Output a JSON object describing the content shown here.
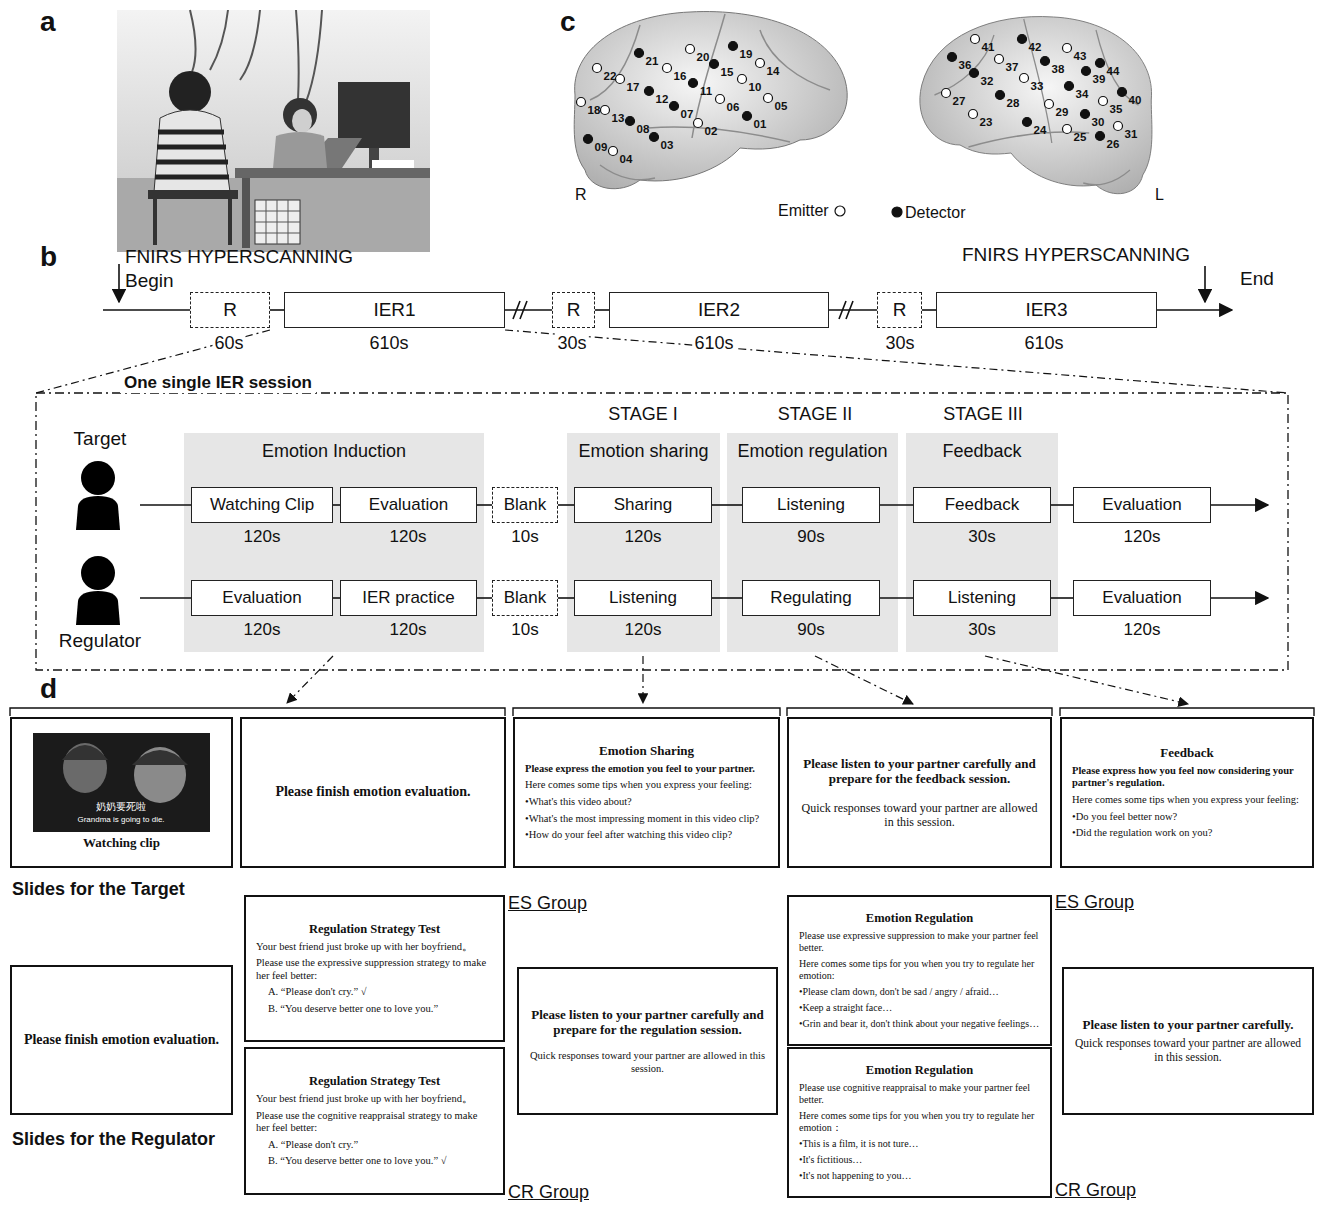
{
  "diagram": {
    "nodes": [
      {
        "text": [
          "R"
        ]
      },
      {
        "text": [
          "IER1"
        ]
      },
      {
        "text": [
          "R"
        ]
      },
      {
        "text": [
          "IER2"
        ]
      },
      {
        "text": [
          "R"
        ]
      },
      {
        "text": [
          "IER3"
        ]
      },
      {
        "text": [
          "One single IER session"
        ]
      },
      {
        "text": [
          "Emotion Induction"
        ],
        "in": 6
      },
      {
        "text": [
          "Watching Clip"
        ],
        "in": 7
      },
      {
        "text": [
          "Evaluation"
        ],
        "in": 7
      },
      {
        "text": [
          "Evaluation"
        ],
        "in": 7
      },
      {
        "text": [
          "IER practice"
        ],
        "in": 7
      },
      {
        "text": [
          "Blank"
        ],
        "in": 6
      },
      {
        "text": [
          "Blank"
        ],
        "in": 6
      },
      {
        "text": [
          "Emotion sharing"
        ],
        "in": 6
      },
      {
        "text": [
          "Sharing"
        ],
        "in": 14
      },
      {
        "text": [
          "Listening"
        ],
        "in": 14
      },
      {
        "text": [
          "Emotion regulation"
        ],
        "in": 6
      },
      {
        "text": [
          "Listening"
        ],
        "in": 17
      },
      {
        "text": [
          "Regulating"
        ],
        "in": 17
      },
      {
        "text": [
          "Feedback"
        ],
        "in": 6
      },
      {
        "text": [
          "Feedback"
        ],
        "in": 20
      },
      {
        "text": [
          "Listening"
        ],
        "in": 20
      },
      {
        "text": [
          "Evaluation"
        ],
        "in": 6
      },
      {
        "text": [
          "Evaluation"
        ],
        "in": 6
      },
      {
        "text": [
          "Watching clip"
        ]
      },
      {
        "text": [
          "Please finish emotion evaluation."
        ]
      },
      {
        "text": [
          "Emotion Sharing",
          "Please express the emotion you feel to your partner.",
          "Here comes some tips when you express your feeling:",
          "•What's this video about?",
          "•What's the most impressing moment in this video clip?",
          "•How do your feel after watching this video clip?"
        ]
      },
      {
        "text": [
          "Please listen to your partner carefully and prepare for the feedback session.",
          "Quick responses toward your partner are allowed in this session."
        ]
      },
      {
        "text": [
          "Feedback",
          "Please express how you feel now considering your partner's regulation.",
          "Here comes some tips when you express your feeling:",
          "•Do you feel better now?",
          "•Did the regulation work on you?"
        ]
      },
      {
        "text": [
          "Please finish emotion evaluation."
        ]
      },
      {
        "text": [
          "Regulation Strategy Test",
          "Your best friend just broke up with her boyfriend。",
          "Please use the expressive suppression strategy to make her feel better:",
          "A. “Please don't cry.” √",
          "B. “You deserve better one to love you.”"
        ]
      },
      {
        "text": [
          "Regulation Strategy Test",
          "Your best friend just broke up with her boyfriend。",
          "Please use the cognitive reappraisal strategy to make her feel better:",
          "A. “Please don't cry.”",
          "B. “You deserve better one to love you.” √"
        ]
      },
      {
        "text": [
          "Please listen to your partner carefully and prepare for the regulation session.",
          "Quick responses toward your partner are allowed in this session."
        ]
      },
      {
        "text": [
          "Emotion Regulation",
          "Please use expressive suppression to make your partner feel better.",
          "Here comes some tips for you when you try to regulate her emotion:",
          "•Please clam down, don't be sad / angry / afraid…",
          "•Keep a straight face…",
          "•Grin and bear it, don't think about your negative feelings…"
        ]
      },
      {
        "text": [
          "Emotion Regulation",
          "Please use cognitive reappraisal to make your partner feel better.",
          "Here comes some tips for you when you try to regulate her emotion：",
          "•This is a film, it is not ture…",
          "•It's fictitious…",
          "•It's not happening to you…"
        ]
      },
      {
        "text": [
          "Please listen to your partner carefully.",
          "Quick responses toward your partner are allowed in this session."
        ]
      }
    ],
    "edges": [
      {
        "from": 0,
        "to": 1,
        "arrow": "none"
      },
      {
        "from": 1,
        "to": 2,
        "arrow": "none"
      },
      {
        "from": 2,
        "to": 3,
        "arrow": "none"
      },
      {
        "from": 3,
        "to": 4,
        "arrow": "none"
      },
      {
        "from": 4,
        "to": 5,
        "arrow": "none"
      },
      {
        "from": 8,
        "to": 9,
        "arrow": "none"
      },
      {
        "from": 9,
        "to": 12,
        "arrow": "none"
      },
      {
        "from": 12,
        "to": 15,
        "arrow": "none"
      },
      {
        "from": 15,
        "to": 18,
        "arrow": "none"
      },
      {
        "from": 18,
        "to": 21,
        "arrow": "none"
      },
      {
        "from": 21,
        "to": 23,
        "arrow": "none"
      },
      {
        "from": 10,
        "to": 11,
        "arrow": "none"
      },
      {
        "from": 11,
        "to": 13,
        "arrow": "none"
      },
      {
        "from": 13,
        "to": 16,
        "arrow": "none"
      },
      {
        "from": 16,
        "to": 19,
        "arrow": "none"
      },
      {
        "from": 19,
        "to": 22,
        "arrow": "none"
      },
      {
        "from": 22,
        "to": 24,
        "arrow": "none"
      }
    ],
    "labels": [
      "a",
      "b",
      "c",
      "d",
      "FNIRS HYPERSCANNING",
      "Begin",
      "FNIRS HYPERSCANNING",
      "End",
      "60s",
      "610s",
      "30s",
      "610s",
      "30s",
      "610s",
      "Target",
      "Regulator",
      "STAGE I",
      "STAGE II",
      "STAGE III",
      "120s",
      "120s",
      "10s",
      "120s",
      "90s",
      "30s",
      "120s",
      "120s",
      "120s",
      "10s",
      "120s",
      "90s",
      "30s",
      "120s",
      "01",
      "02",
      "03",
      "04",
      "05",
      "06",
      "07",
      "08",
      "09",
      "10",
      "11",
      "12",
      "13",
      "14",
      "15",
      "16",
      "17",
      "18",
      "19",
      "20",
      "21",
      "22",
      "23",
      "24",
      "25",
      "26",
      "27",
      "28",
      "29",
      "30",
      "31",
      "32",
      "33",
      "34",
      "35",
      "36",
      "37",
      "38",
      "39",
      "40",
      "41",
      "42",
      "43",
      "44",
      "R",
      "L",
      "奶奶要死啦",
      "Grandma is going to die.",
      "Slides for the Target",
      "ES Group",
      "ES Group",
      "CR Group",
      "CR Group",
      "Slides for the Regulator"
    ],
    "legend": [
      {
        "text": "Emitter"
      },
      {
        "text": "Detector"
      }
    ]
  }
}
